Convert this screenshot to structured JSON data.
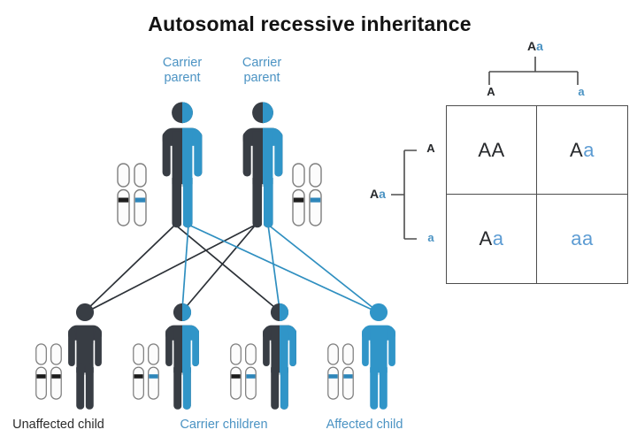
{
  "title": "Autosomal recessive inheritance",
  "parents": {
    "left": {
      "label_line1": "Carrier",
      "label_line2": "parent"
    },
    "right": {
      "label_line1": "Carrier",
      "label_line2": "parent"
    }
  },
  "children": {
    "unaffected_label": "Unaffected child",
    "carrier_label": "Carrier children",
    "affected_label": "Affected child"
  },
  "punnett": {
    "top_parent": {
      "allele1": "A",
      "allele2": "a"
    },
    "left_parent": {
      "allele1": "A",
      "allele2": "a"
    },
    "col_headers": [
      "A",
      "a"
    ],
    "row_headers": [
      "A",
      "a"
    ],
    "cells": [
      {
        "alleles": [
          "A",
          "A"
        ]
      },
      {
        "alleles": [
          "A",
          "a"
        ]
      },
      {
        "alleles": [
          "A",
          "a"
        ]
      },
      {
        "alleles": [
          "a",
          "a"
        ]
      }
    ]
  },
  "icons": {
    "person": "person-silhouette",
    "chromosome_pair": "chromosome-pair-with-allele-bands"
  },
  "colors": {
    "dominant_dark": "#383d44",
    "recessive_blue": "#3095c8",
    "line_dark": "#2c3137",
    "line_blue": "#2f8fc0",
    "label_blue": "#4b93c3",
    "allele_text_dark": "#26282b",
    "allele_text_blue": "#5d9cd3",
    "chromosome_outline": "#7e7e7e",
    "band_dark": "#1d1d1d",
    "band_blue": "#2e86ba",
    "grid_line": "#4d4d4d"
  }
}
